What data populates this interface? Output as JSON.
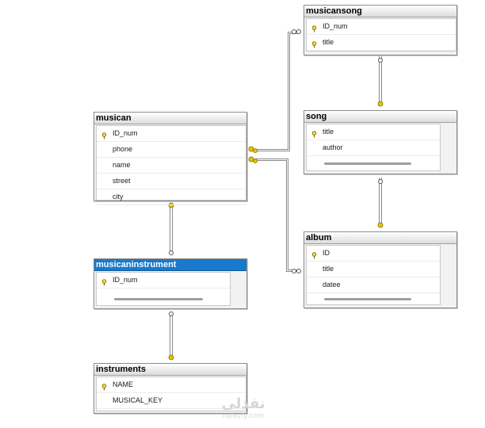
{
  "tables": {
    "musicansong": {
      "name": "musicansong",
      "columns": [
        {
          "name": "ID_num",
          "key": true
        },
        {
          "name": "title",
          "key": true
        }
      ]
    },
    "song": {
      "name": "song",
      "columns": [
        {
          "name": "title",
          "key": true
        },
        {
          "name": "author",
          "key": false
        }
      ]
    },
    "musican": {
      "name": "musican",
      "columns": [
        {
          "name": "ID_num",
          "key": true
        },
        {
          "name": "phone",
          "key": false
        },
        {
          "name": "name",
          "key": false
        },
        {
          "name": "street",
          "key": false
        },
        {
          "name": "city",
          "key": false
        }
      ]
    },
    "album": {
      "name": "album",
      "columns": [
        {
          "name": "ID",
          "key": true
        },
        {
          "name": "title",
          "key": false
        },
        {
          "name": "datee",
          "key": false
        }
      ]
    },
    "musicaninstrument": {
      "name": "musicaninstrument",
      "columns": [
        {
          "name": "ID_num",
          "key": true
        }
      ],
      "selected": true
    },
    "instruments": {
      "name": "instruments",
      "columns": [
        {
          "name": "NAME",
          "key": true
        },
        {
          "name": "MUSICAL_KEY",
          "key": false
        }
      ]
    }
  },
  "relationships": [
    {
      "from": "musicansong",
      "to": "song"
    },
    {
      "from": "musican",
      "to": "musicansong"
    },
    {
      "from": "song",
      "to": "album"
    },
    {
      "from": "musican",
      "to": "album"
    },
    {
      "from": "musican",
      "to": "musicaninstrument"
    },
    {
      "from": "musicaninstrument",
      "to": "instruments"
    }
  ],
  "watermark": {
    "arabic": "نفذلي",
    "latin": "nafezly.com"
  },
  "colors": {
    "selected_title": "#1979ca",
    "key_icon": "#e8c400",
    "connector": "#8a8a8a"
  }
}
